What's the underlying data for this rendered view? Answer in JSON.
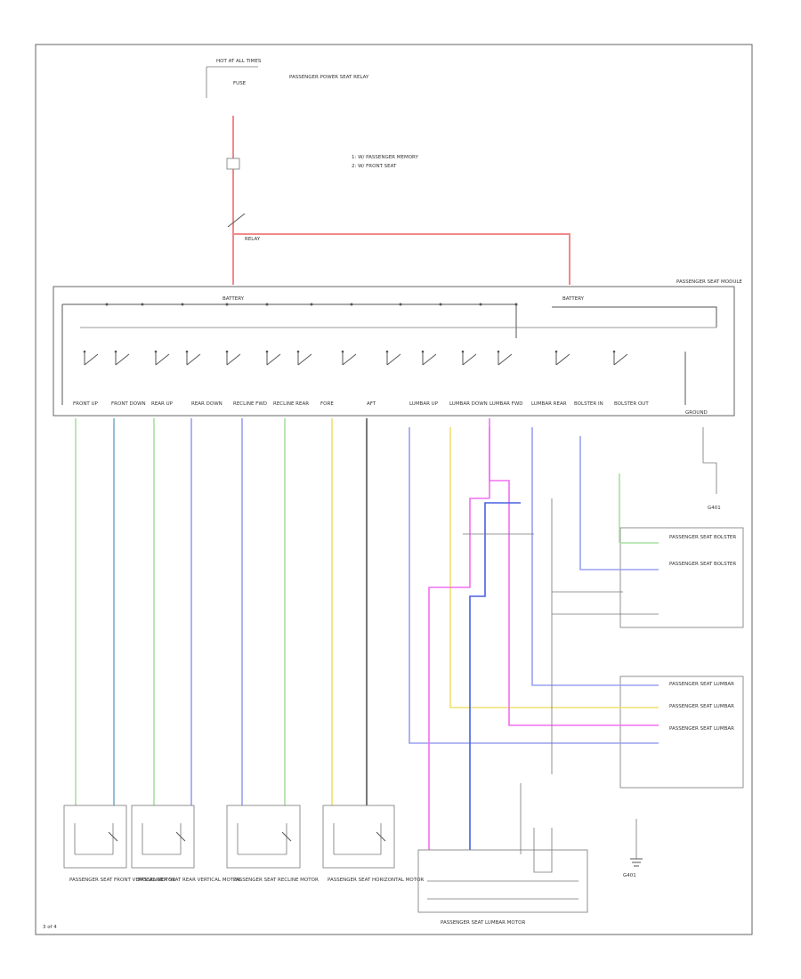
{
  "diagram": {
    "top_source": "HOT AT ALL TIMES",
    "fuse": "FUSE",
    "fuse_note": "PASSENGER POWER SEAT RELAY",
    "relay": "RELAY",
    "legend_1": "1: W/ PASSENGER MEMORY",
    "legend_2": "2: W/ FRONT SEAT",
    "module_title": "PASSENGER SEAT MODULE",
    "battery_label_1": "BATTERY",
    "battery_label_2": "BATTERY",
    "ground_label": "GROUND",
    "sw_labels": [
      "FRONT UP",
      "FRONT DOWN",
      "REAR UP",
      "REAR DOWN",
      "RECLINE FWD",
      "RECLINE REAR",
      "FORE",
      "AFT",
      "LUMBAR UP",
      "LUMBAR DOWN",
      "LUMBAR FWD",
      "LUMBAR REAR",
      "BOLSTER IN",
      "BOLSTER OUT"
    ],
    "right_boxes": [
      "PASSENGER SEAT BOLSTER",
      "PASSENGER SEAT BOLSTER",
      "PASSENGER SEAT LUMBAR",
      "PASSENGER SEAT LUMBAR",
      "PASSENGER SEAT LUMBAR"
    ],
    "motors": [
      "PASSENGER SEAT FRONT VERTICAL MOTOR",
      "PASSENGER SEAT REAR VERTICAL MOTOR",
      "PASSENGER SEAT RECLINE MOTOR",
      "PASSENGER SEAT HORIZONTAL MOTOR",
      "PASSENGER SEAT LUMBAR MOTOR"
    ],
    "ground_note": "G401",
    "ground_note_2": "G401",
    "footer": "3 of 4"
  },
  "colors": {
    "red": "#f08a8a",
    "green": "#a8e0a0",
    "blue": "#7ab0c8",
    "violet": "#9aa0f0",
    "yellow": "#f0e070",
    "pink": "#f070f0",
    "darkblue": "#4a60e0",
    "line": "#555555"
  }
}
